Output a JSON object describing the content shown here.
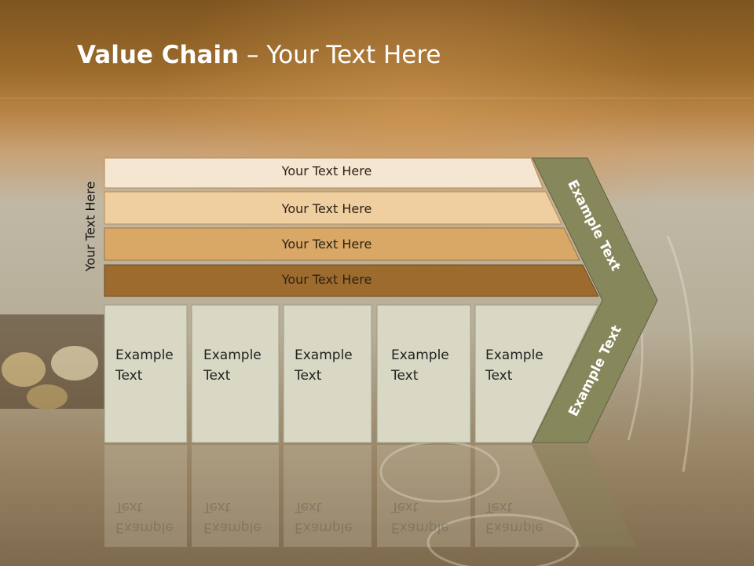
{
  "title": {
    "bold": "Value Chain",
    "rest": " – Your Text Here"
  },
  "side_label": "Your Text Here",
  "bars": [
    "Your Text Here",
    "Your Text Here",
    "Your Text Here",
    "Your Text Here"
  ],
  "cells": [
    {
      "line1": "Example",
      "line2": "Text"
    },
    {
      "line1": "Example",
      "line2": "Text"
    },
    {
      "line1": "Example",
      "line2": "Text"
    },
    {
      "line1": "Example",
      "line2": "Text"
    },
    {
      "line1": "Example",
      "line2": "Text"
    }
  ],
  "chevron": {
    "top_label": "Example Text",
    "bottom_label": "Example Text"
  },
  "colors": {
    "bar1": "#f5e6d2",
    "bar2": "#efcf9f",
    "bar3": "#d9a866",
    "bar4": "#9d6b2e",
    "cell": "#d8d8c4",
    "chevron": "#86885c",
    "header": "#8a5e24"
  }
}
